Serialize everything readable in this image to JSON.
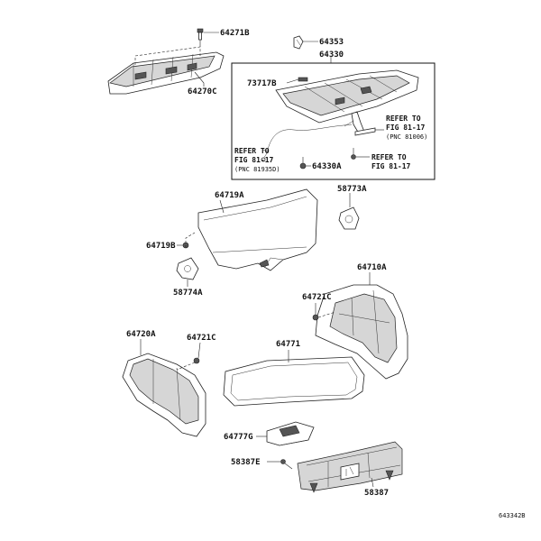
{
  "labels": {
    "p64271B": "64271B",
    "p64270C": "64270C",
    "p64353": "64353",
    "p64330": "64330",
    "p73717B": "73717B",
    "p64330A": "64330A",
    "p64719A": "64719A",
    "p58773A": "58773A",
    "p64719B": "64719B",
    "p58774A": "58774A",
    "p64710A": "64710A",
    "p64721C_right": "64721C",
    "p64720A": "64720A",
    "p64721C_left": "64721C",
    "p64771": "64771",
    "p64777G": "64777G",
    "p58387E": "58387E",
    "p58387": "58387"
  },
  "references": {
    "right_upper": {
      "line1": "REFER TO",
      "line2": "FIG 81-17",
      "line3": "(PNC 81006)"
    },
    "left": {
      "line1": "REFER TO",
      "line2": "FIG 81-17",
      "line3": "(PNC 81935D)"
    },
    "right_lower": {
      "line1": "REFER TO",
      "line2": "FIG 81-17"
    }
  },
  "catalog_number": "643342B"
}
